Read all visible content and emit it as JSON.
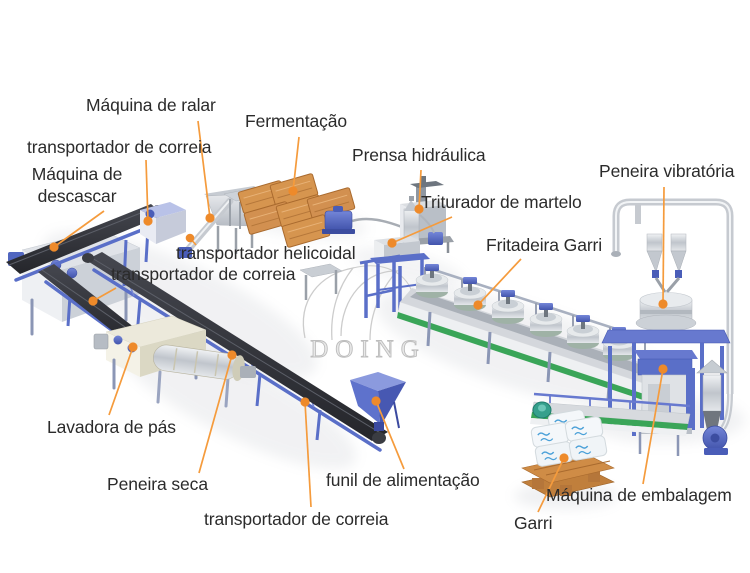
{
  "diagram": {
    "subject": "Linha de processamento de Garri",
    "watermark": {
      "text": "DOING"
    },
    "colors": {
      "label_text": "#2b2b2b",
      "leader_line": "#f59b3c",
      "leader_dot": "#ee8a2a",
      "belt_dark": "#2f3137",
      "frame_blue": "#5a6fc8",
      "metal_gray": "#c9ccd2",
      "cream_machine": "#e9e7d8",
      "green_stripe": "#3aa558",
      "tray_orange": "#d6954f",
      "pallet_wood": "#cf8c46",
      "bag_print_blue": "#4aa0d8",
      "watermark_gray": "#c8c8c8"
    },
    "labels": {
      "maquina_ralar": "Máquina de ralar",
      "transportador_correia_1": "transportador de correia",
      "maquina_descascar_l1": "Máquina de",
      "maquina_descascar_l2": "descascar",
      "fermentacao": "Fermentação",
      "prensa_hidraulica": "Prensa hidráulica",
      "triturador_martelo": "Triturador de martelo",
      "peneira_vibratoria": "Peneira vibratória",
      "fritadeira_garri": "Fritadeira Garri",
      "transportador_helicoidal": "transportador helicoidal",
      "transportador_correia_2": "transportador de correia",
      "lavadora_pas": "Lavadora de pás",
      "peneira_seca": "Peneira seca",
      "funil_alimentacao": "funil de alimentação",
      "transportador_correia_3": "transportador de correia",
      "maquina_embalagem": "Máquina de embalagem",
      "garri": "Garri"
    }
  }
}
